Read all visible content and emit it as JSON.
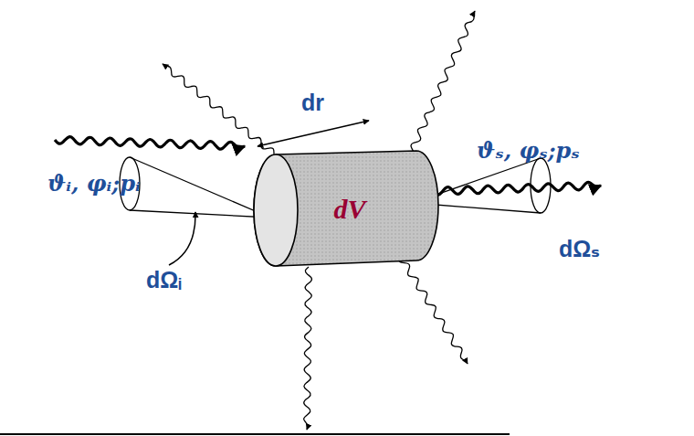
{
  "diagram": {
    "nodes": [
      {
        "text": [
          "dV"
        ]
      }
    ],
    "labels": [
      "dr",
      "ϑᵢ, φᵢ;pᵢ",
      "dΩᵢ",
      "ϑₛ, φₛ;pₛ",
      "dΩₛ"
    ]
  }
}
